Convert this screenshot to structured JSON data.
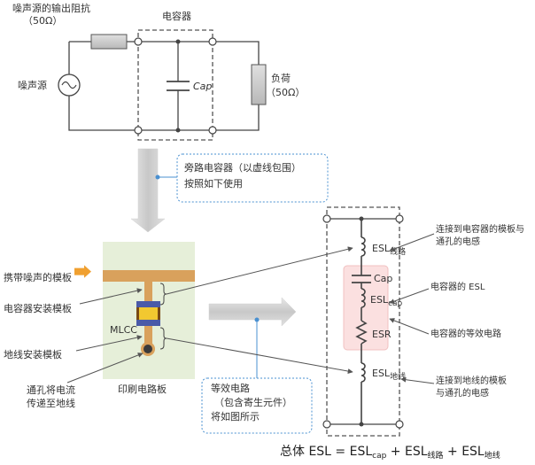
{
  "top_circuit": {
    "source_impedance_label_1": "噪声源的输出阻抗",
    "source_impedance_label_2": "（50Ω）",
    "capacitor_group_label": "电容器",
    "noise_source_label": "噪声源",
    "cap_label": "Cap",
    "load_label_1": "负荷",
    "load_label_2": "（50Ω）"
  },
  "note_bypass": {
    "line1": "旁路电容器（以虚线包围）",
    "line2": "按照如下使用"
  },
  "pcb": {
    "noise_pattern_label": "携带噪声的模板",
    "cap_pad_label": "电容器安装模板",
    "mlcc_label": "MLCC",
    "ground_pad_label": "地线安装模板",
    "via_label_1": "通孔将电流",
    "via_label_2": "传递至地线",
    "board_label": "印刷电路板"
  },
  "note_equivalent": {
    "line1": "等效电路",
    "line2": "（包含寄生元件）",
    "line3": "将如图所示"
  },
  "equivalent_circuit": {
    "esl_line_main": "ESL",
    "esl_line_sub": "线路",
    "cap": "Cap",
    "esl_cap_main": "ESL",
    "esl_cap_sub": "cap",
    "esr": "ESR",
    "esl_gnd_main": "ESL",
    "esl_gnd_sub": "地线",
    "annot_top_1": "连接到电容器的模板与",
    "annot_top_2": "通孔的电感",
    "annot_cap_esl": "电容器的 ESL",
    "annot_cap_equiv": "电容器的等效电路",
    "annot_bottom_1": "连接到地线的模板",
    "annot_bottom_2": "与通孔的电感"
  },
  "formula": {
    "prefix": "总体 ESL = ",
    "t1_main": "ESL",
    "t1_sub": "cap",
    "plus1": " + ",
    "t2_main": "ESL",
    "t2_sub": "线路",
    "plus2": " + ",
    "t3_main": "ESL",
    "t3_sub": "地线"
  },
  "colors": {
    "pcb_bg": "#e6efd9",
    "pattern": "#d9a15c",
    "orange_arrow": "#f0a030",
    "note_border": "#4a90d0",
    "esl_highlight": "#fbe0e0",
    "wire": "#444444"
  }
}
